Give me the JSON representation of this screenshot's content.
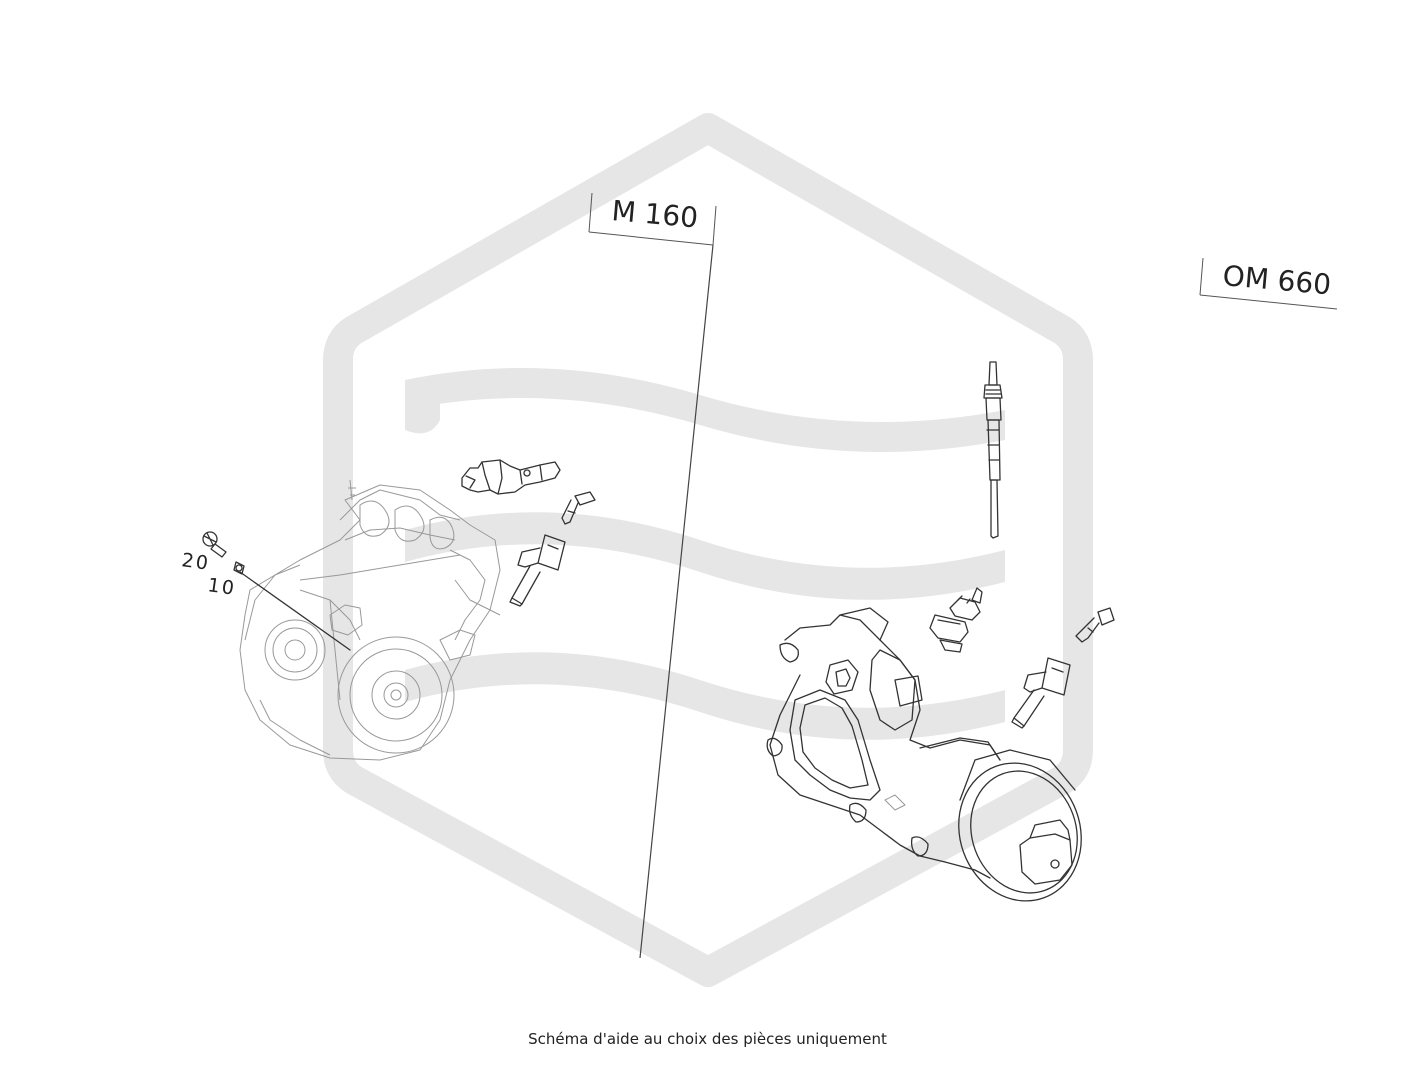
{
  "diagram": {
    "labels": {
      "left_engine": "M 160",
      "right_engine": "OM 660"
    },
    "callouts": [
      "20",
      "10"
    ],
    "caption": "Schéma d'aide au choix des pièces uniquement",
    "colors": {
      "watermark": "#e6e6e6",
      "line": "#333333",
      "light_line": "#999999",
      "background": "#ffffff"
    },
    "icons": [
      "watermark-logo"
    ]
  }
}
